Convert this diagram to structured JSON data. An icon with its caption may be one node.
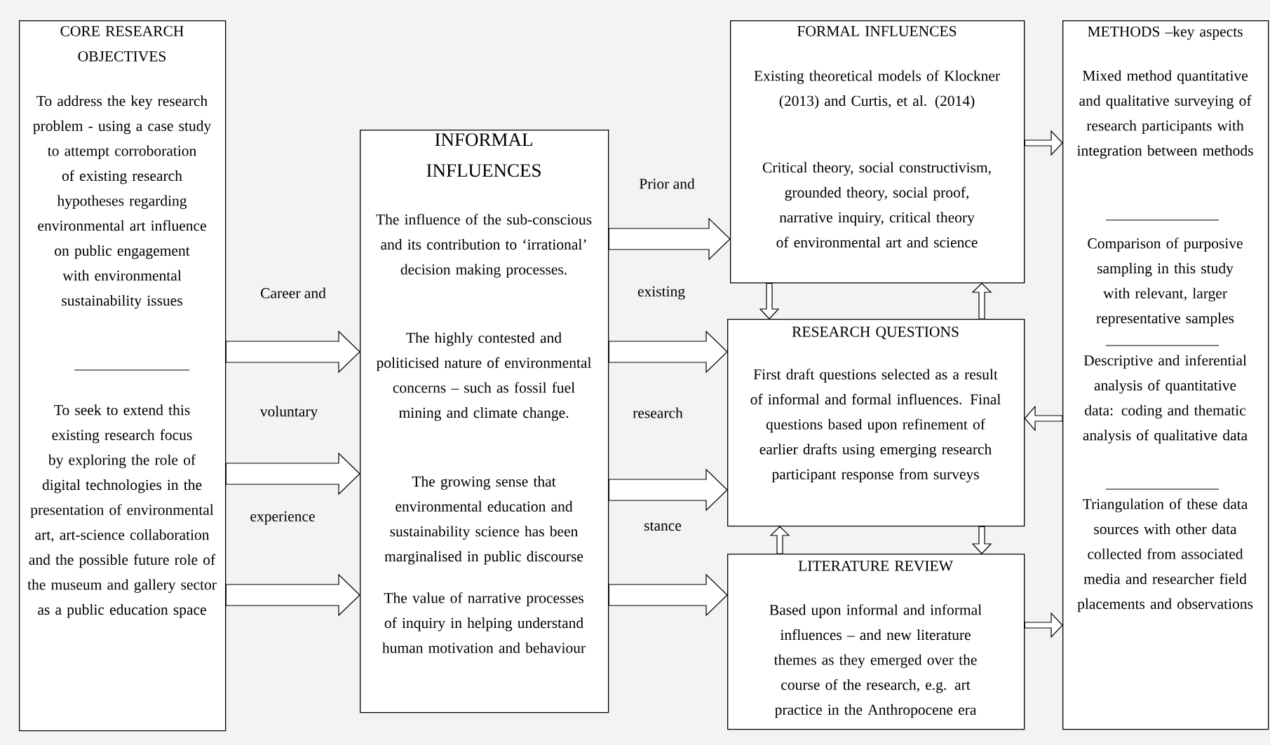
{
  "diagram": {
    "nodes": [
      {
        "text": [
          "CORE RESEARCH OBJECTIVES",
          "To address the key research problem - using a case study to attempt corroboration of existing research hypotheses regarding environmental art influence on public engagement with environmental sustainability issues",
          "To seek to extend this existing research focus by exploring the role of digital technologies in the presentation of environmental art, art-science collaboration and the possible future role of the museum and gallery sector as a public education space"
        ]
      },
      {
        "text": [
          "INFORMAL INFLUENCES",
          "The influence of the sub-conscious and its contribution to ‘irrational’ decision making processes.",
          "The highly contested and politicised nature of environmental concerns – such as fossil fuel mining and climate change.",
          "The growing sense that environmental education and sustainability science has been marginalised in public discourse",
          "The value of narrative processes of inquiry in helping understand human motivation and behaviour"
        ]
      },
      {
        "text": [
          "FORMAL INFLUENCES",
          "Existing theoretical models of Klockner (2013) and Curtis, et al. (2014)",
          "Critical theory, social constructivism, grounded theory, social proof, narrative inquiry, critical theory of environmental art and science"
        ]
      },
      {
        "text": [
          "RESEARCH QUESTIONS",
          "First draft questions selected as a result of informal and formal influences. Final questions based upon refinement of earlier drafts using emerging research participant response from surveys"
        ]
      },
      {
        "text": [
          "LITERATURE REVIEW",
          "Based upon informal and informal influences – and new literature themes as they emerged over the course of the research, e.g. art practice in the Anthropocene era"
        ]
      },
      {
        "text": [
          "METHODS –key aspects",
          "Mixed method quantitative and qualitative surveying of research participants with integration between methods",
          "Comparison of purposive sampling in this study with relevant, larger representative samples",
          "Descriptive and inferential analysis of quantitative data: coding and thematic analysis of qualitative data",
          "Triangulation of these data sources with other data collected from associated media and researcher field placements and observations"
        ]
      }
    ],
    "edges": [
      {
        "from": 0,
        "to": 1,
        "arrow": "to"
      },
      {
        "from": 0,
        "to": 1,
        "arrow": "to"
      },
      {
        "from": 0,
        "to": 1,
        "arrow": "to"
      },
      {
        "from": 1,
        "to": 2,
        "arrow": "to"
      },
      {
        "from": 1,
        "to": 3,
        "arrow": "to"
      },
      {
        "from": 1,
        "to": 3,
        "arrow": "to"
      },
      {
        "from": 1,
        "to": 4,
        "arrow": "to"
      },
      {
        "from": 2,
        "to": 3,
        "arrow": "to"
      },
      {
        "from": 3,
        "to": 2,
        "arrow": "to"
      },
      {
        "from": 4,
        "to": 3,
        "arrow": "to"
      },
      {
        "from": 3,
        "to": 4,
        "arrow": "to"
      },
      {
        "from": 2,
        "to": 5,
        "arrow": "to"
      },
      {
        "from": 5,
        "to": 3,
        "arrow": "to"
      },
      {
        "from": 4,
        "to": 5,
        "arrow": "to"
      }
    ],
    "labels": [
      "Prior and",
      "Career and",
      "existing",
      "voluntary",
      "research",
      "experience",
      "stance"
    ]
  }
}
